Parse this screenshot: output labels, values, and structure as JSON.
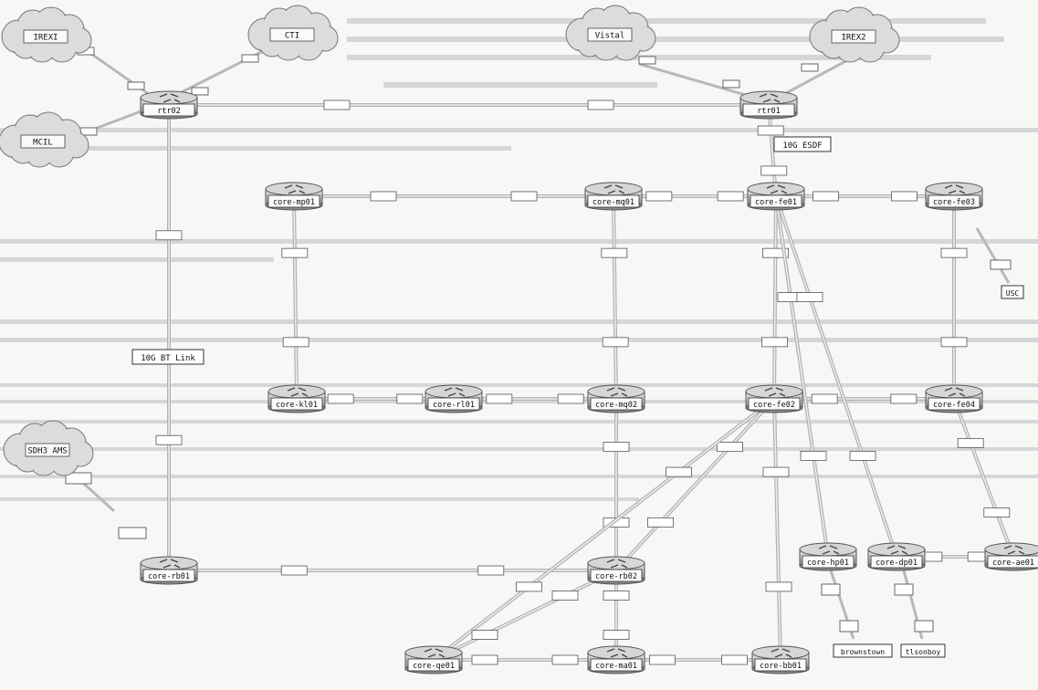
{
  "clouds": [
    {
      "id": "cl-tl",
      "label": "IREXI"
    },
    {
      "id": "cl-ct",
      "label": "CTI"
    },
    {
      "id": "cl-ml",
      "label": "MCIL"
    },
    {
      "id": "cl-vis",
      "label": "Vistal"
    },
    {
      "id": "cl-irx",
      "label": "IREX2"
    },
    {
      "id": "cl-sdh",
      "label": "SDH3 AMS"
    }
  ],
  "routers": [
    {
      "id": "rtr02",
      "label": "rtr02"
    },
    {
      "id": "rtr01",
      "label": "rtr01"
    },
    {
      "id": "core-mp01",
      "label": "core-mp01"
    },
    {
      "id": "core-mq01",
      "label": "core-mq01"
    },
    {
      "id": "core-fe01",
      "label": "core-fe01"
    },
    {
      "id": "core-fe03",
      "label": "core-fe03"
    },
    {
      "id": "core-kl01",
      "label": "core-kl01"
    },
    {
      "id": "core-rl01",
      "label": "core-rl01"
    },
    {
      "id": "core-mq02",
      "label": "core-mq02"
    },
    {
      "id": "core-fe02",
      "label": "core-fe02"
    },
    {
      "id": "core-fe04",
      "label": "core-fe04"
    },
    {
      "id": "core-rb01",
      "label": "core-rb01"
    },
    {
      "id": "core-rb02",
      "label": "core-rb02"
    },
    {
      "id": "core-hp01",
      "label": "core-hp01"
    },
    {
      "id": "core-dp01",
      "label": "core-dp01"
    },
    {
      "id": "core-ae01",
      "label": "core-ae01"
    },
    {
      "id": "core-qe01",
      "label": "core-qe01"
    },
    {
      "id": "core-ma01",
      "label": "core-ma01"
    },
    {
      "id": "core-bb01",
      "label": "core-bb01"
    }
  ],
  "link_labels": {
    "long_link": "10G BT Link",
    "esdf_link": "10G ESDF",
    "usc": "USC",
    "brownstown": "brownstown",
    "tlsonboy": "tlsonboy"
  },
  "links": [
    [
      "rtr02",
      "rtr01"
    ],
    [
      "rtr02",
      "core-rb01"
    ],
    [
      "rtr01",
      "core-fe01"
    ],
    [
      "core-mp01",
      "core-mq01"
    ],
    [
      "core-mq01",
      "core-fe01"
    ],
    [
      "core-fe01",
      "core-fe03"
    ],
    [
      "core-mp01",
      "core-kl01"
    ],
    [
      "core-mq01",
      "core-mq02"
    ],
    [
      "core-fe01",
      "core-fe02"
    ],
    [
      "core-fe03",
      "core-fe04"
    ],
    [
      "core-kl01",
      "core-rl01"
    ],
    [
      "core-rl01",
      "core-mq02"
    ],
    [
      "core-fe02",
      "core-fe04"
    ],
    [
      "core-mq02",
      "core-rb02"
    ],
    [
      "core-rb01",
      "core-rb02"
    ],
    [
      "core-fe02",
      "core-rb02"
    ],
    [
      "core-fe02",
      "core-qe01"
    ],
    [
      "core-fe02",
      "core-bb01"
    ],
    [
      "core-fe01",
      "core-hp01"
    ],
    [
      "core-fe01",
      "core-dp01"
    ],
    [
      "core-dp01",
      "core-ae01"
    ],
    [
      "core-fe04",
      "core-ae01"
    ],
    [
      "core-rb02",
      "core-qe01"
    ],
    [
      "core-qe01",
      "core-ma01"
    ],
    [
      "core-ma01",
      "core-bb01"
    ],
    [
      "core-rb02",
      "core-ma01"
    ]
  ]
}
